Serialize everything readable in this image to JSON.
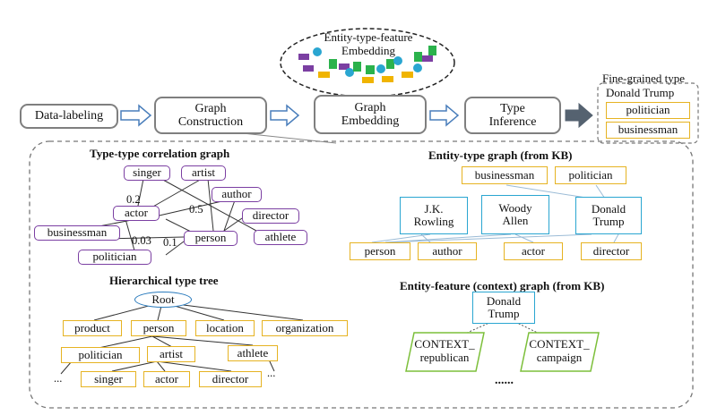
{
  "pipeline": {
    "data_labeling": "Data-labeling",
    "graph_construction": "Graph Construction",
    "graph_embedding": "Graph Embedding",
    "type_inference": "Type Inference"
  },
  "embedding": {
    "title": "Entity-type-feature Embedding"
  },
  "fine_grained": {
    "title": "Fine-grained type",
    "entity": "Donald Trump",
    "types": [
      "politician",
      "businessman"
    ]
  },
  "type_type_graph": {
    "title": "Type-type correlation graph",
    "nodes": [
      "singer",
      "artist",
      "author",
      "actor",
      "director",
      "businessman",
      "person",
      "athlete",
      "politician"
    ],
    "edge_labels": [
      "0.2",
      "0.5",
      "0.03",
      "0.1"
    ]
  },
  "hierarchical_tree": {
    "title": "Hierarchical type tree",
    "root": "Root",
    "level1": [
      "product",
      "person",
      "location",
      "organization"
    ],
    "level2": [
      "politician",
      "artist",
      "athlete"
    ],
    "level3": [
      "singer",
      "actor",
      "director"
    ],
    "ellipsis": "..."
  },
  "entity_type_graph": {
    "title": "Entity-type graph  (from KB)",
    "top_types": [
      "businessman",
      "politician"
    ],
    "entities": [
      "J.K. Rowling",
      "Woody Allen",
      "Donald Trump"
    ],
    "bottom_types": [
      "person",
      "author",
      "actor",
      "director"
    ]
  },
  "entity_feature_graph": {
    "title": "Entity-feature (context) graph  (from KB)",
    "entity": "Donald Trump",
    "contexts": [
      "CONTEXT_ republican",
      "CONTEXT_ campaign"
    ],
    "more": "......"
  },
  "colors": {
    "purple": "#7b3fa2",
    "gold": "#e6b322",
    "blue": "#2aa6d1",
    "green": "#7cbf3a",
    "gray": "#7f7f7f"
  }
}
